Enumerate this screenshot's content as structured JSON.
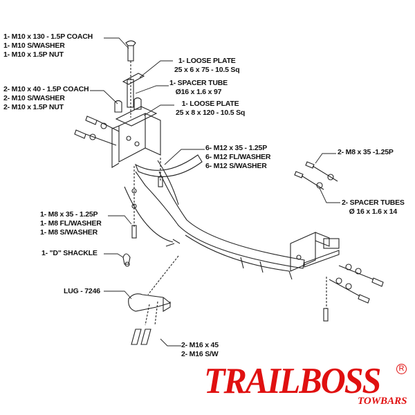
{
  "callouts": {
    "coach_bolt_long": [
      "1- M10 x 130 - 1.5P COACH",
      "1- M10 S/WASHER",
      "1- M10 x 1.5P NUT"
    ],
    "loose_plate_top": [
      "1- LOOSE PLATE",
      "25 x 6 x 75 - 10.5 Sq"
    ],
    "spacer_tube": [
      "1- SPACER TUBE",
      "Ø16 x 1.6 x 97"
    ],
    "coach_bolt_short": [
      "2- M10 x 40 - 1.5P COACH",
      "2- M10 S/WASHER",
      "2- M10 x 1.5P NUT"
    ],
    "loose_plate_bottom": [
      "1- LOOSE PLATE",
      "25 x 8 x 120 - 10.5 Sq"
    ],
    "m12_bolts": [
      "6- M12 x 35 - 1.25P",
      "6- M12 FL/WASHER",
      "6- M12 S/WASHER"
    ],
    "m8_bolts_right": [
      "2- M8 x 35  -1.25P"
    ],
    "spacer_tubes_right": [
      "2- SPACER TUBES",
      "Ø 16 x 1.6 x 14"
    ],
    "m8_bolts_left": [
      "1- M8 x 35 - 1.25P",
      "1- M8 FL/WASHER",
      "1- M8 S/WASHER"
    ],
    "d_shackle": [
      "1- \"D\" SHACKLE"
    ],
    "lug": [
      "LUG - 7246"
    ],
    "m16_bolts": [
      "2- M16 x 45",
      "2- M16 S/W"
    ]
  },
  "logo": {
    "brand": "TRAILBOSS",
    "sub": "TOWBARS",
    "registered": "R",
    "color": "#e01010"
  }
}
